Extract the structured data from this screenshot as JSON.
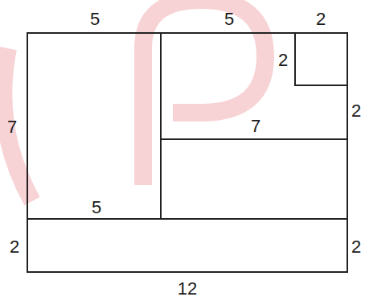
{
  "diagram": {
    "labels": [
      "5",
      "5",
      "2",
      "2",
      "7",
      "2",
      "7",
      "5",
      "2",
      "2",
      "12"
    ]
  }
}
